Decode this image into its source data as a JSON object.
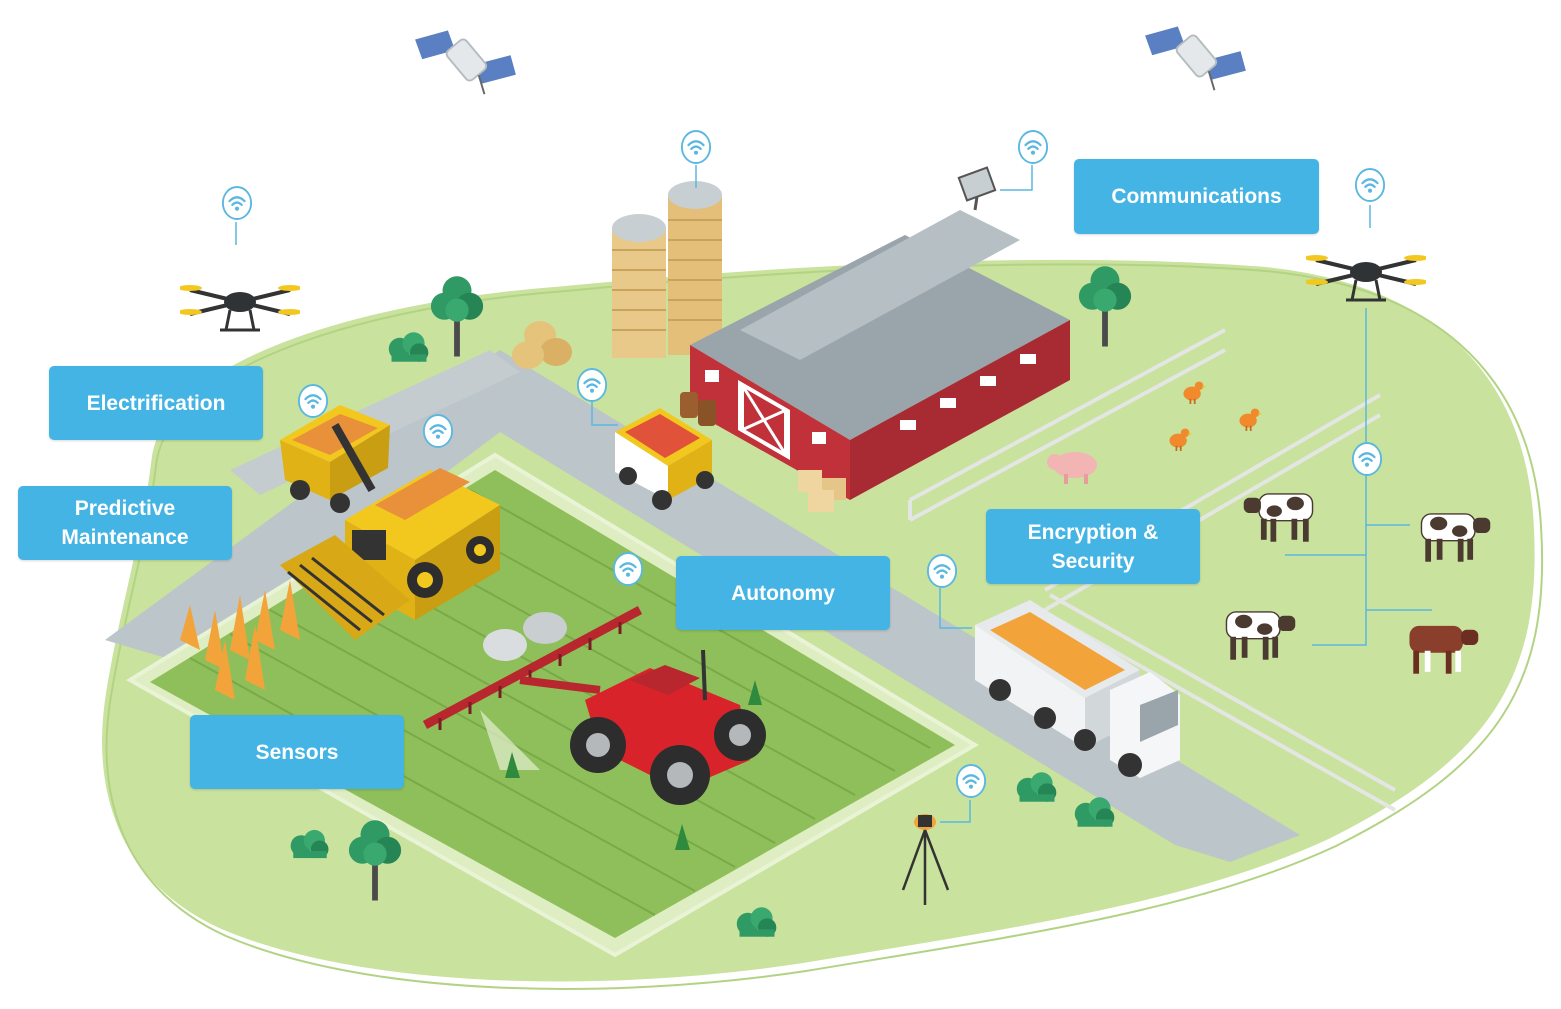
{
  "labels": {
    "communications": "Communications",
    "electrification": "Electrification",
    "predictive_maintenance_line1": "Predictive",
    "predictive_maintenance_line2": "Maintenance",
    "autonomy": "Autonomy",
    "encryption_line1": "Encryption &",
    "encryption_line2": "Security",
    "sensors": "Sensors"
  },
  "colors": {
    "label_bg": "#44b4e4",
    "label_text": "#ffffff",
    "ground": "#c9e29d",
    "field": "#8fbf5a",
    "road": "#bcc5c9",
    "barn_red": "#c0313a",
    "roof_gray": "#9aa5ab",
    "harvester_yellow": "#f2c81e",
    "tractor_red": "#d8232a",
    "tree_green": "#2f9a63",
    "signal_blue": "#5ab8e0"
  },
  "icons": [
    "satellite-icon",
    "drone-icon",
    "wifi-signal-icon",
    "silo-icon",
    "barn-icon",
    "harvester-icon",
    "tractor-icon",
    "truck-icon",
    "cow-icon",
    "chicken-icon",
    "pig-icon",
    "tree-icon",
    "hay-bale-icon",
    "tripod-sensor-icon",
    "satellite-dish-icon"
  ]
}
